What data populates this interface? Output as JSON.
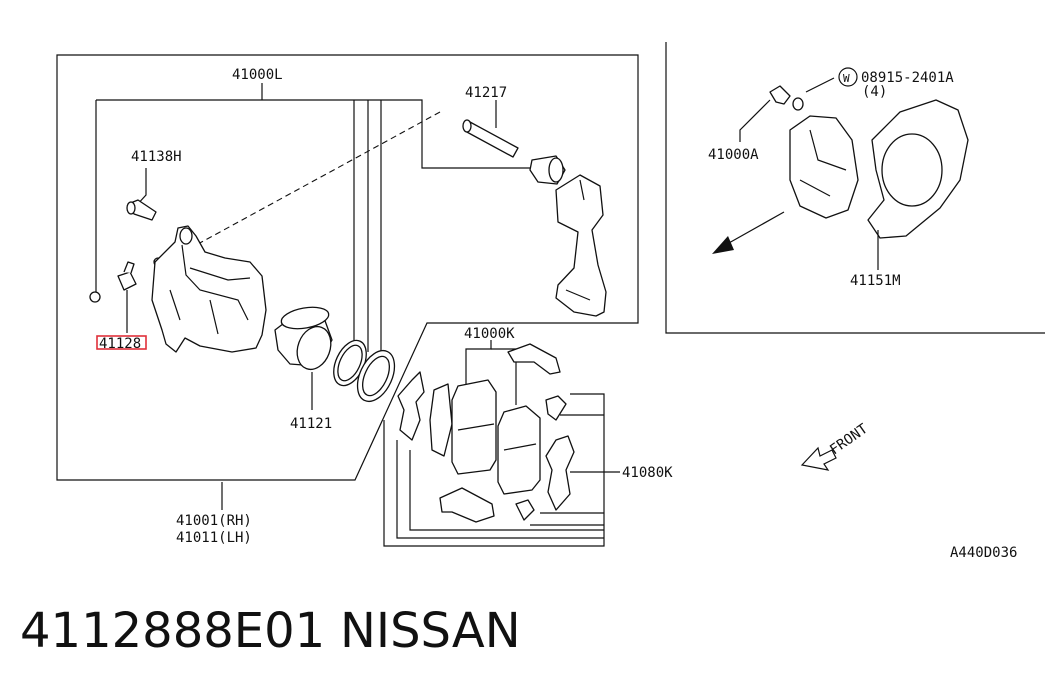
{
  "labels": {
    "l41000L": "41000L",
    "l41217": "41217",
    "l41138H": "41138H",
    "l41128": "41128",
    "l41121": "41121",
    "l41000K": "41000K",
    "l41080K": "41080K",
    "l41001": "41001(RH)",
    "l41011": "41011(LH)",
    "l41000A": "41000A",
    "l08915": "08915-2401A",
    "l08915_qty": "(4)",
    "w_mark": "W",
    "l41151M": "41151M",
    "front": "FRONT",
    "ref": "A440D036"
  },
  "caption": {
    "part_number": "4112888E01",
    "brand": "NISSAN"
  },
  "colors": {
    "highlight": "#e0303a",
    "ink": "#111111"
  }
}
